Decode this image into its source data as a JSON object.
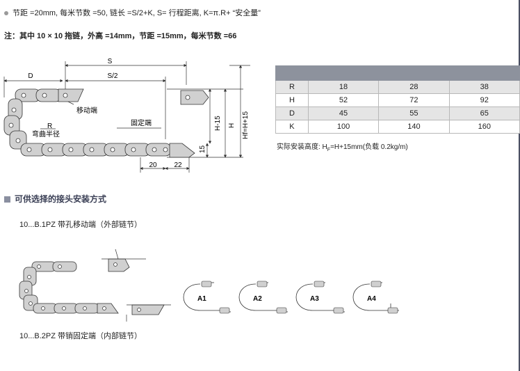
{
  "header_line": "节距 =20mm, 每米节数 =50, 链长 =S/2+K, S= 行程距离,  K=π.R+ “安全量”",
  "note_line": "注：其中 10 × 10 拖链，外高 =14mm，节距 =15mm，每米节数 =66",
  "diagram": {
    "label_S": "S",
    "label_D": "D",
    "label_S2": "S/2",
    "label_moving": "移动端",
    "label_fixed": "固定端",
    "label_R": "R",
    "label_bend": "弯曲半径",
    "label_20": "20",
    "label_22": "22",
    "label_15": "15",
    "label_H15": "H-15",
    "label_H": "H",
    "label_Hf": "Hf=H+15"
  },
  "spec_table": {
    "rows": [
      {
        "k": "R",
        "v1": "18",
        "v2": "28",
        "v3": "38"
      },
      {
        "k": "H",
        "v1": "52",
        "v2": "72",
        "v3": "92"
      },
      {
        "k": "D",
        "v1": "45",
        "v2": "55",
        "v3": "65"
      },
      {
        "k": "K",
        "v1": "100",
        "v2": "140",
        "v3": "160"
      }
    ]
  },
  "install_height": {
    "prefix": "实际安装高度:  H",
    "sub": "F",
    "suffix": "=H+15mm(负载 0.2kg/m)"
  },
  "section_title": "可供选择的接头安装方式",
  "caption_b1": "10...B.1PZ 带孔移动端（外部链节）",
  "caption_b2": "10...B.2PZ 带销固定端（内部链节）",
  "variants": [
    "A1",
    "A2",
    "A3",
    "A4"
  ],
  "colors": {
    "table_head": "#8d929d",
    "table_row": "#e5e5e5",
    "section_square": "#8a8fa0",
    "border": "#4a4f62"
  }
}
